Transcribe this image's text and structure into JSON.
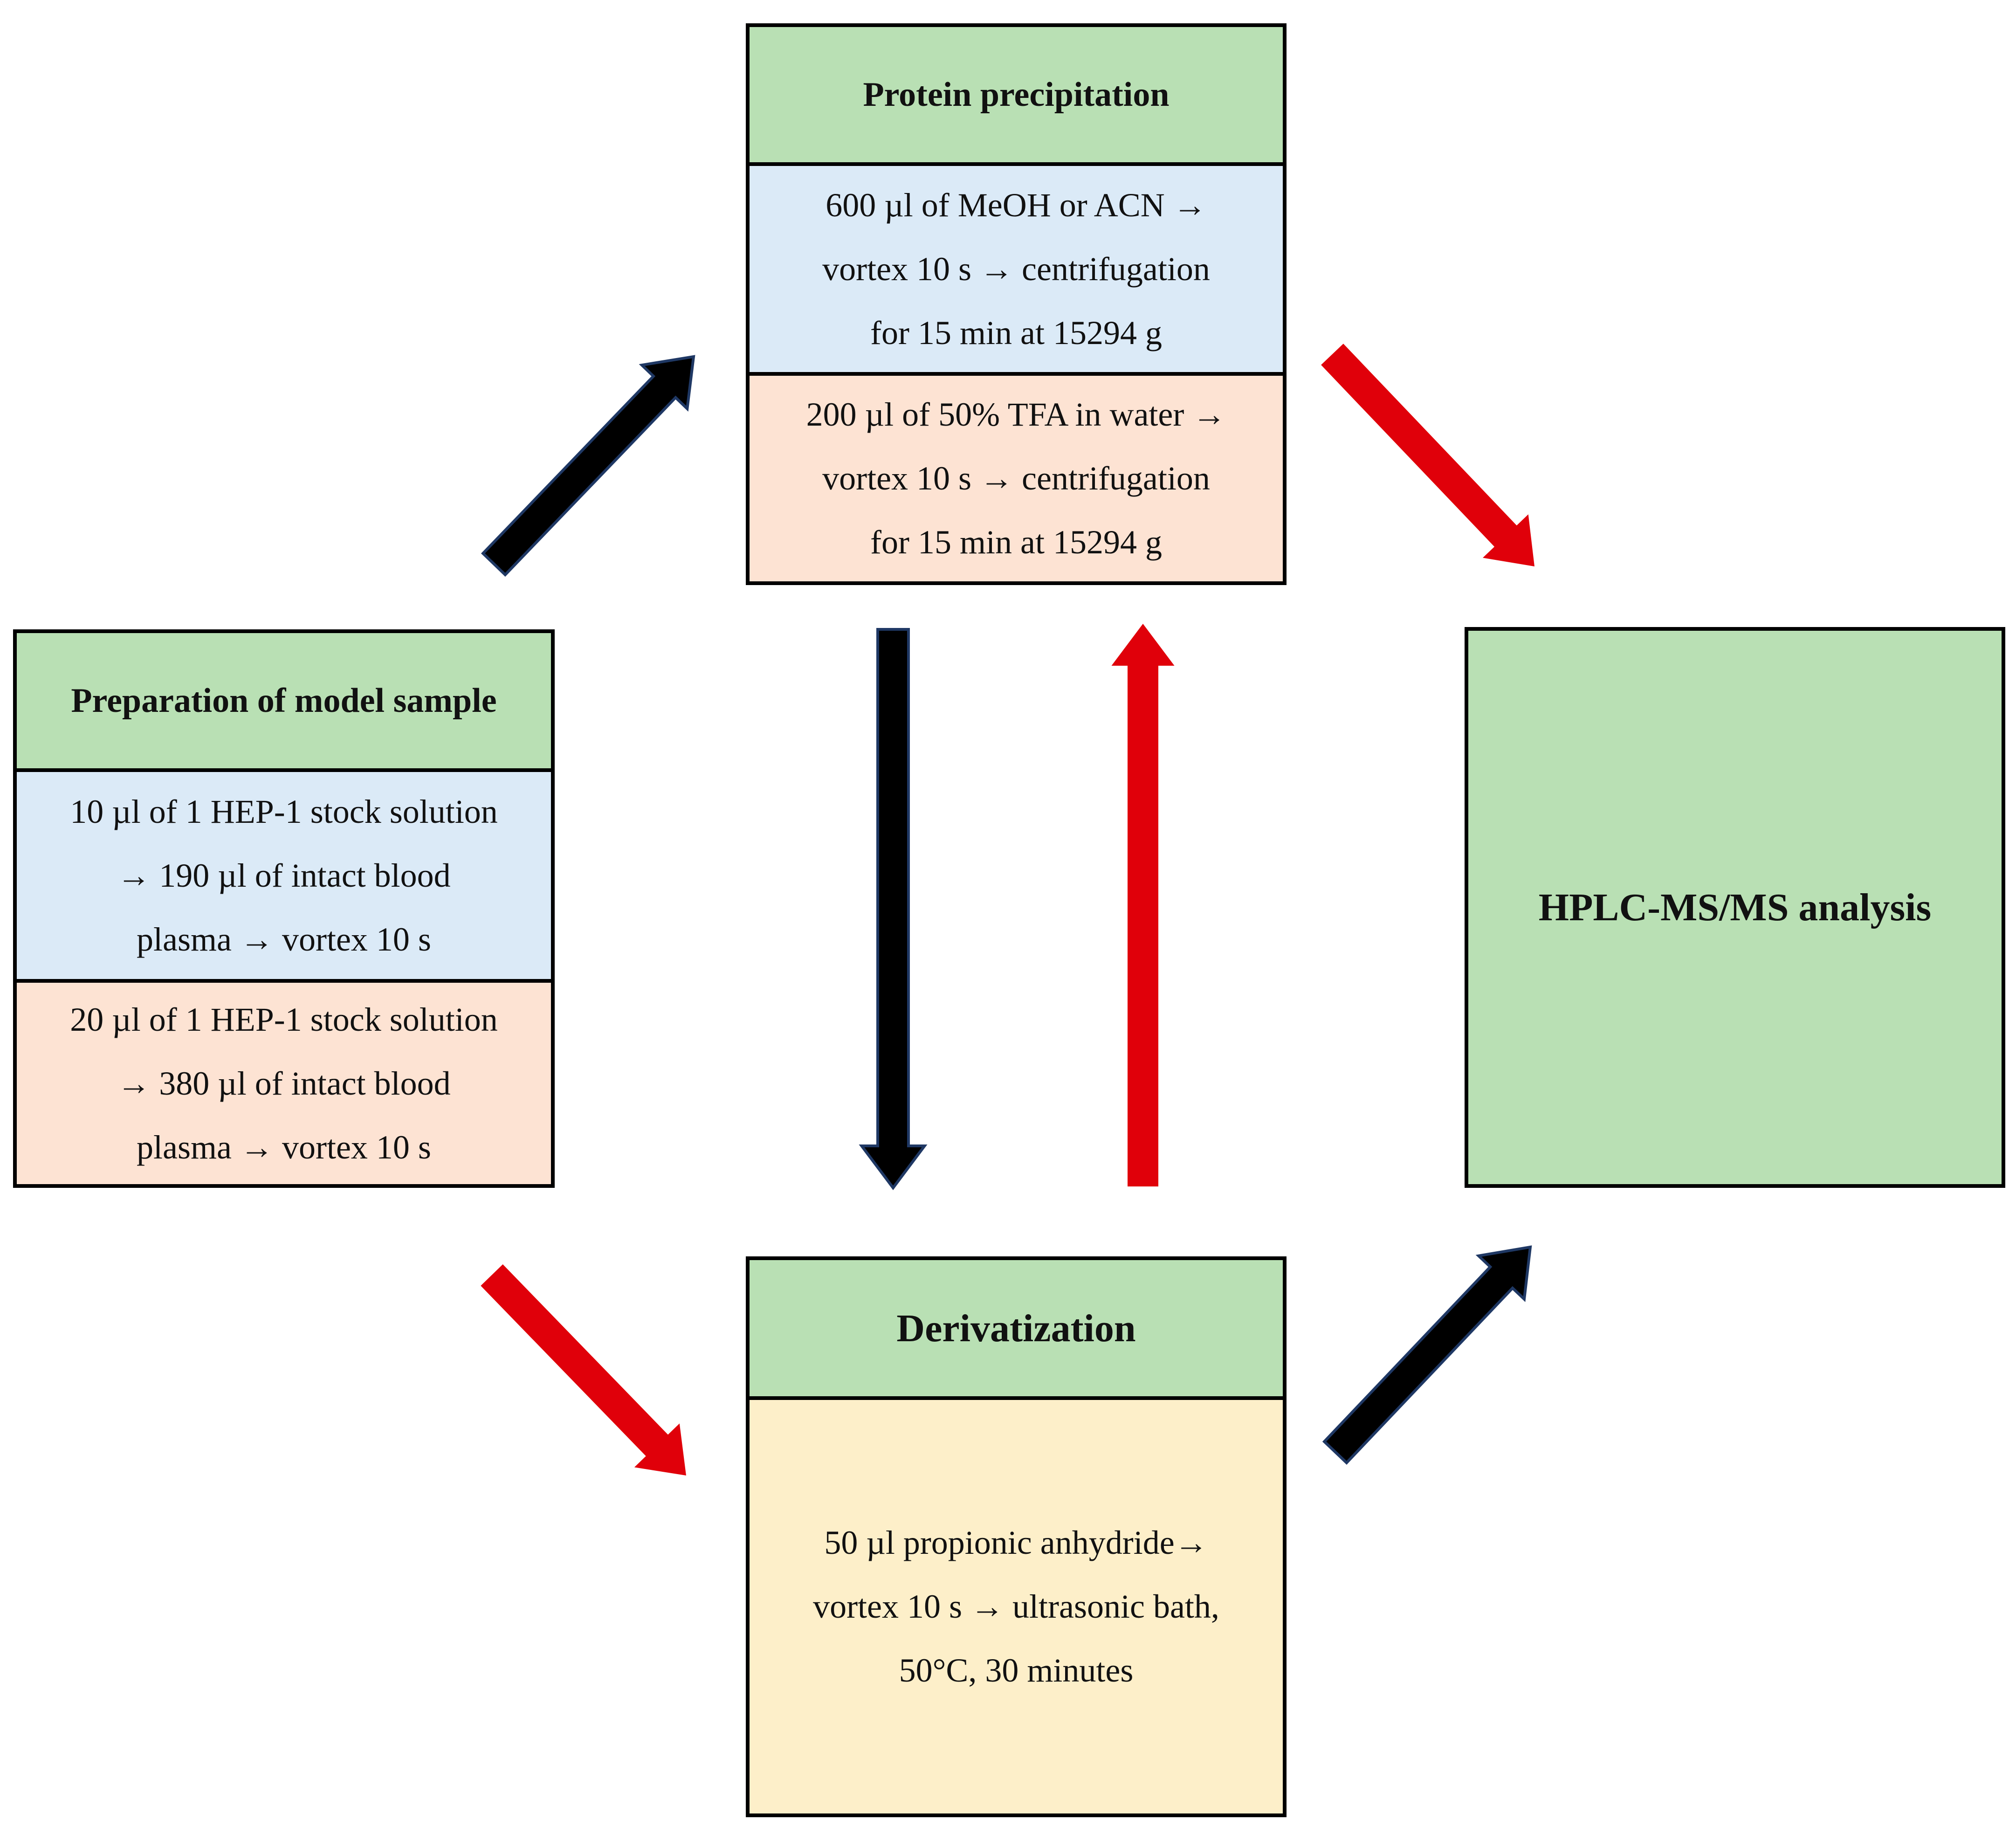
{
  "protein": {
    "title": "Protein precipitation",
    "step_a": [
      "600 µl of MeOH or ACN →",
      "vortex 10 s → centrifugation",
      "for 15 min at 15294 g"
    ],
    "step_b": [
      "200 µl of 50% TFA in water →",
      "vortex 10 s → centrifugation",
      "for 15 min at 15294 g"
    ]
  },
  "prep": {
    "title": "Preparation of model sample",
    "step_a": [
      "10 µl of 1 HEP-1 stock solution",
      "→ 190 µl of intact blood",
      "plasma → vortex 10 s"
    ],
    "step_b": [
      "20 µl of 1 HEP-1 stock solution",
      "→ 380 µl of intact blood",
      "plasma → vortex 10 s"
    ]
  },
  "hplc": {
    "title": "HPLC-MS/MS analysis"
  },
  "deriv": {
    "title": "Derivatization",
    "step": [
      "50 µl propionic anhydride→",
      "vortex 10 s → ultrasonic bath,",
      "50°C, 30 minutes"
    ]
  },
  "colors": {
    "header_green": "#b9e0b4",
    "variant_a_blue": "#dbeaf7",
    "variant_b_peach": "#fde3d3",
    "deriv_yellow": "#fdefc9",
    "arrow_black": "#000000",
    "arrow_red": "#e0000a",
    "arrow_outline": "#1f3864"
  }
}
